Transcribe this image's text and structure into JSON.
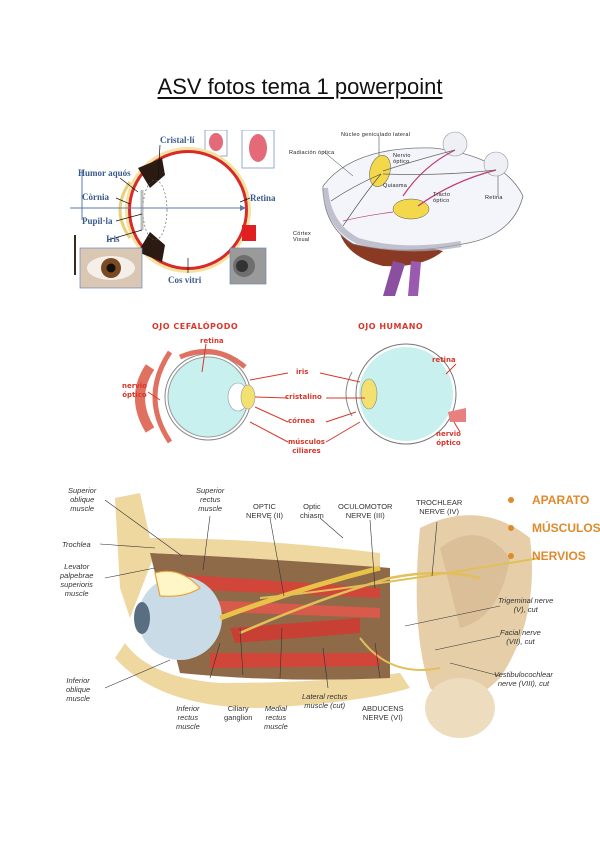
{
  "document": {
    "title": "ASV fotos tema 1 powerpoint"
  },
  "figure_eye_section": {
    "labels": {
      "cristalli": "Cristal·lí",
      "humor_aquos": "Humor aquós",
      "cornia": "Còrnia",
      "pupilla": "Pupil·la",
      "iris": "Iris",
      "retina": "Retina",
      "cos_vitri": "Cos vitri"
    }
  },
  "figure_visual_pathway": {
    "labels": {
      "nucleo": "Núcleo geniculado lateral",
      "radiacion": "Radiación óptica",
      "nervio_optico": [
        "Nervio",
        "óptico"
      ],
      "quiasma": "Quiasma",
      "tracto_optico": [
        "Tracto",
        "óptico"
      ],
      "retina": "Retina",
      "corteza": [
        "Córtex",
        "Visual"
      ]
    }
  },
  "figure_eye_comparison": {
    "heading_left": "OJO CEFALÓPODO",
    "heading_right": "OJO HUMANO",
    "labels": {
      "retina_left": "retina",
      "nervio_optico_left": [
        "nervio",
        "óptico"
      ],
      "iris": "iris",
      "cristalino": "cristalino",
      "cornea": "córnea",
      "musculos_ciliares": [
        "músculos",
        "ciliares"
      ],
      "retina_right": "retina",
      "nervio_optico_right": [
        "nervio",
        "óptico"
      ]
    }
  },
  "figure_orbit": {
    "labels": {
      "superior_oblique": [
        "Superior",
        "oblique",
        "muscle"
      ],
      "superior_rectus": [
        "Superior",
        "rectus",
        "muscle"
      ],
      "optic_nerve": [
        "OPTIC",
        "NERVE (II)"
      ],
      "optic_chiasm": [
        "Optic",
        "chiasm"
      ],
      "oculomotor": [
        "OCULOMOTOR",
        "NERVE (III)"
      ],
      "trochlear": [
        "TROCHLEAR",
        "NERVE (IV)"
      ],
      "trochlea": "Trochlea",
      "levator": [
        "Levator",
        "palpebrae",
        "superioris",
        "muscle"
      ],
      "trigeminal": [
        "Trigeminal nerve",
        "(V), cut"
      ],
      "facial": [
        "Facial nerve",
        "(VII), cut"
      ],
      "vestibulocochlear": [
        "Vestibulocochlear",
        "nerve (VIII), cut"
      ],
      "inferior_oblique": [
        "Inferior",
        "oblique",
        "muscle"
      ],
      "inferior_rectus": [
        "Inferior",
        "rectus",
        "muscle"
      ],
      "ciliary_ganglion": [
        "Ciliary",
        "ganglion"
      ],
      "medial_rectus": [
        "Medial",
        "rectus",
        "muscle"
      ],
      "lateral_rectus": [
        "Lateral rectus",
        "muscle (cut)"
      ],
      "abducens": [
        "ABDUCENS",
        "NERVE (VI)"
      ]
    }
  },
  "bullets": [
    {
      "label": "APARATO"
    },
    {
      "label": "MÚSCULOS"
    },
    {
      "label": "NERVIOS"
    }
  ],
  "colors": {
    "bullet_orange": "#e08a2c",
    "label_red": "#d8372b",
    "label_blue": "#3b5a8c"
  }
}
